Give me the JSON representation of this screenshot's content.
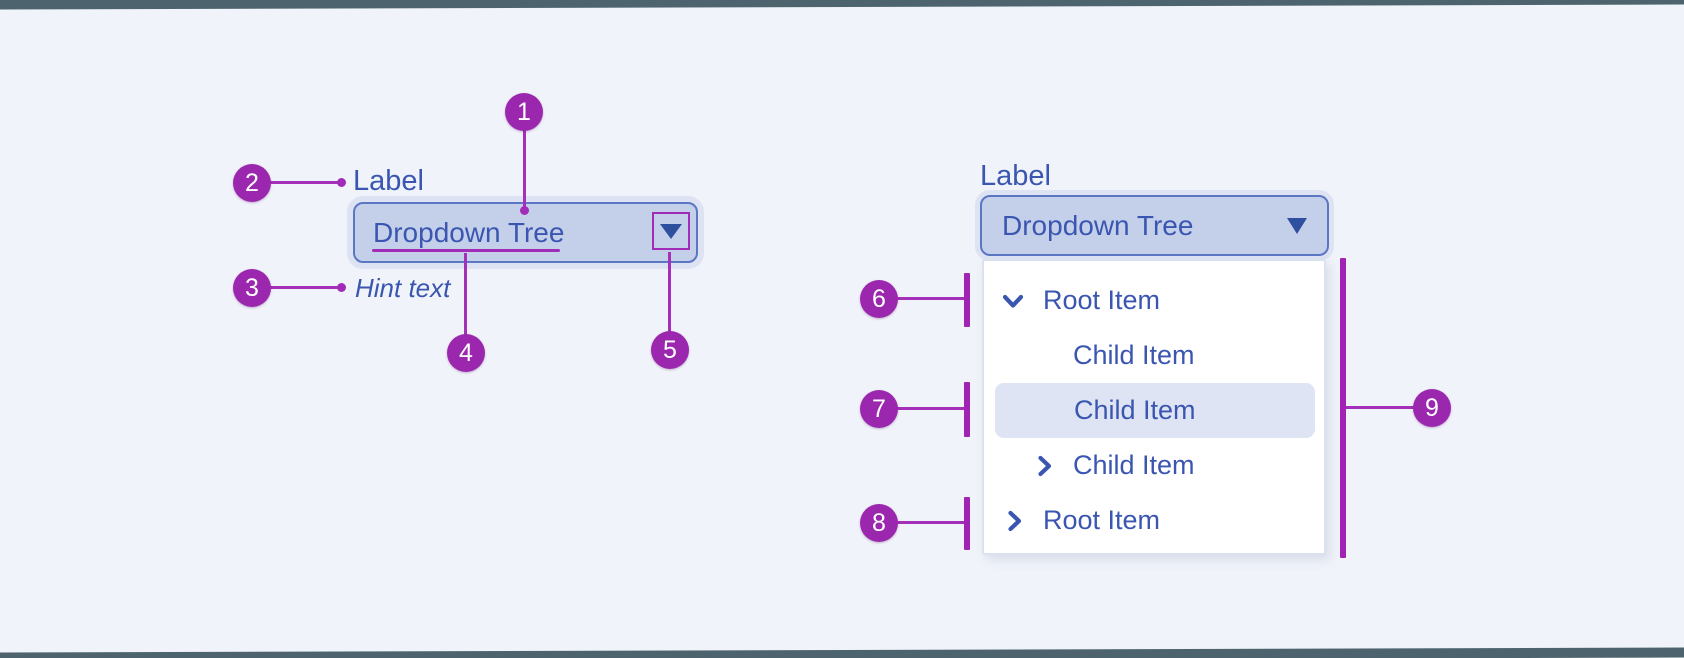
{
  "colors": {
    "background": "#f0f3f9",
    "edge_bar": "#4d646e",
    "accent_purple": "#9b27af",
    "blue_text": "#3a56b0",
    "field_fill": "#c4d0ea",
    "field_border": "#5b76c3",
    "selected_row_bg": "#dfe4f5",
    "caret_fill": "#2f509f"
  },
  "left_component": {
    "label": "Label",
    "value": "Dropdown Tree",
    "hint": "Hint text",
    "arrow_icon": "caret-down"
  },
  "right_component": {
    "label": "Label",
    "value": "Dropdown Tree",
    "arrow_icon": "caret-down",
    "tree_items": [
      {
        "label": "Root Item",
        "level": 0,
        "chevron": "down",
        "selected": false
      },
      {
        "label": "Child Item",
        "level": 1,
        "chevron": "none",
        "selected": false
      },
      {
        "label": "Child Item",
        "level": 1,
        "chevron": "none",
        "selected": true
      },
      {
        "label": "Child Item",
        "level": 1,
        "chevron": "right",
        "selected": false
      },
      {
        "label": "Root Item",
        "level": 0,
        "chevron": "right",
        "selected": false
      }
    ]
  },
  "callouts": [
    {
      "number": "1",
      "target": "dropdown-field-container"
    },
    {
      "number": "2",
      "target": "label"
    },
    {
      "number": "3",
      "target": "hint-text"
    },
    {
      "number": "4",
      "target": "value-text-underline"
    },
    {
      "number": "5",
      "target": "dropdown-arrow"
    },
    {
      "number": "6",
      "target": "expanded-root-item-row"
    },
    {
      "number": "7",
      "target": "selected-child-item-row"
    },
    {
      "number": "8",
      "target": "collapsed-root-item-row"
    },
    {
      "number": "9",
      "target": "open-tree-list"
    }
  ]
}
